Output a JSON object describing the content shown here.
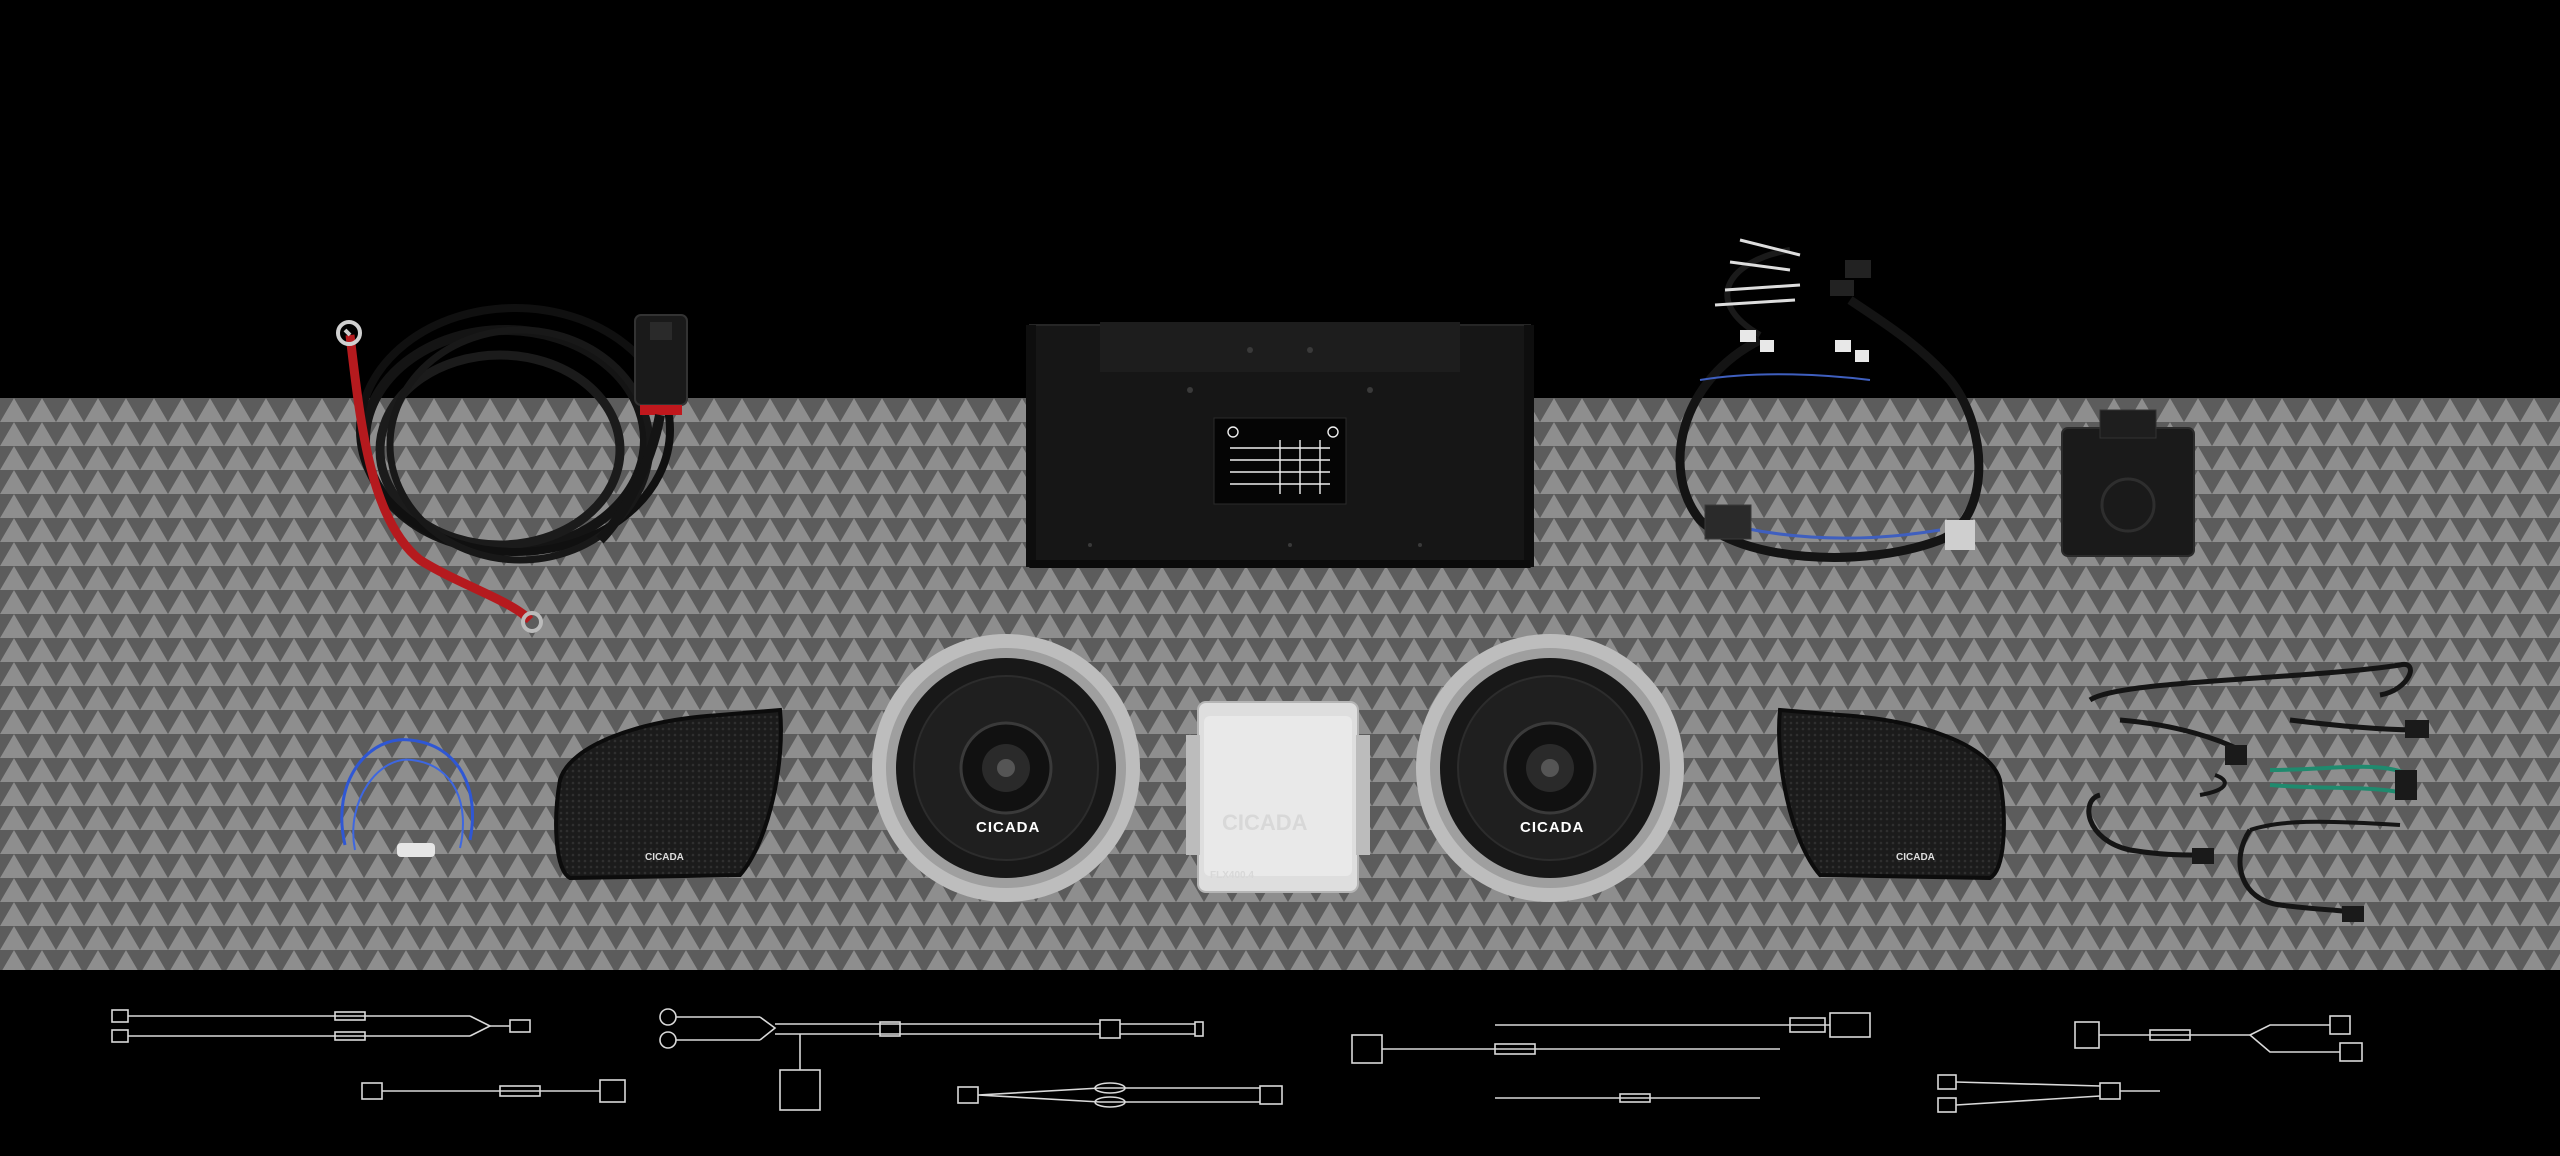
{
  "scene": {
    "colors": {
      "background": "#000000",
      "pattern_light": "#8c8c8c",
      "pattern_dark": "#5f5f5f",
      "line_art": "#d9d9d9",
      "cable_red": "#c0181d"
    }
  },
  "labels": {
    "speaker_left_brand": "CICADA",
    "speaker_right_brand": "CICADA",
    "grille_left_brand": "CICADA",
    "grille_right_brand": "CICADA",
    "amp_brand": "CICADA",
    "amp_model": "FLX400.4"
  },
  "icons": {
    "power_harness": "coiled-cable-icon",
    "mount_bracket": "bracket-icon",
    "wire_harness": "wiring-harness-icon",
    "controller": "module-icon",
    "blue_wire": "wire-loop-icon",
    "adapter_cables": "adapter-cable-icon",
    "diagram_cables": "line-diagram-icon"
  }
}
